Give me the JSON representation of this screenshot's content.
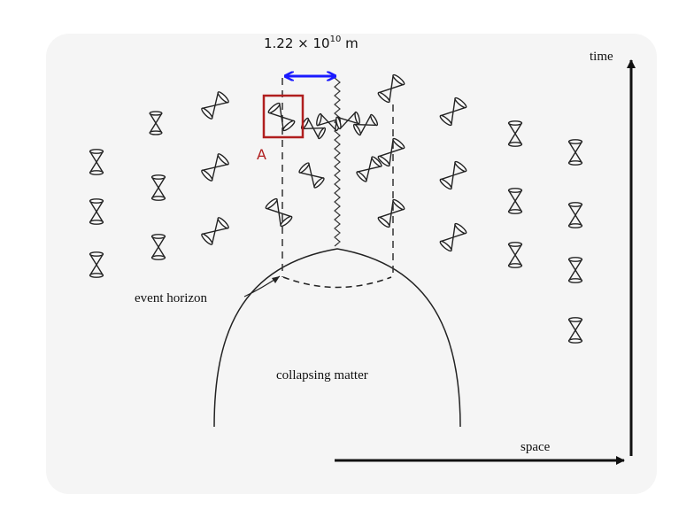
{
  "scale_label": {
    "base": "1.22 × 10",
    "exponent": "10",
    "unit": " m"
  },
  "labels": {
    "time": "time",
    "space": "space",
    "event_horizon": "event horizon",
    "collapsing_matter": "collapsing matter",
    "marker": "A"
  },
  "colors": {
    "arrow_blue": "#1a1aff",
    "marker_red": "#b01e1e",
    "ink": "#222222",
    "backdrop": "#f4f4f4"
  }
}
